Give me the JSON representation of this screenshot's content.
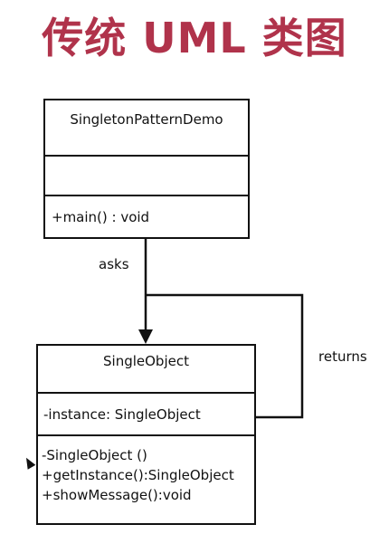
{
  "title": "传统 UML 类图",
  "demo_class": {
    "name": "SingletonPatternDemo",
    "attributes": [],
    "methods": [
      "+main() : void"
    ]
  },
  "single_object_class": {
    "name": "SingleObject",
    "attributes": [
      "-instance: SingleObject"
    ],
    "methods": [
      "-SingleObject ()",
      "+getInstance():SingleObject",
      "+showMessage():void"
    ]
  },
  "relations": {
    "asks": "asks",
    "returns": "returns"
  }
}
